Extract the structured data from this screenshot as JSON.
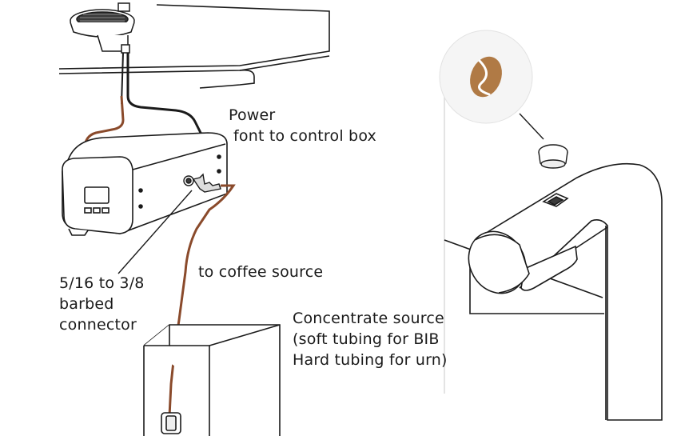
{
  "labels": {
    "power_line1": "Power",
    "power_line2": "font to control box",
    "connector_line1": "5/16 to 3/8",
    "connector_line2": "barbed",
    "connector_line3": "connector",
    "coffee_source": "to coffee source",
    "concentrate_line1": "Concentrate source",
    "concentrate_line2": "(soft tubing for BIB",
    "concentrate_line3": "Hard tubing for urn)"
  },
  "icons": {
    "callout": "coffee-bean-icon",
    "box": "control-box-icon",
    "faucet": "dispensing-faucet-icon",
    "drip_tray": "drip-tray-icon",
    "container": "concentrate-container-icon",
    "connector": "barbed-connector-icon"
  },
  "colors": {
    "line": "#1a1a1a",
    "tubing": "#8a4a2b",
    "bean": "#b07a45",
    "bean_slit": "#ffffff",
    "callout_circle": "#f2f2f2"
  }
}
